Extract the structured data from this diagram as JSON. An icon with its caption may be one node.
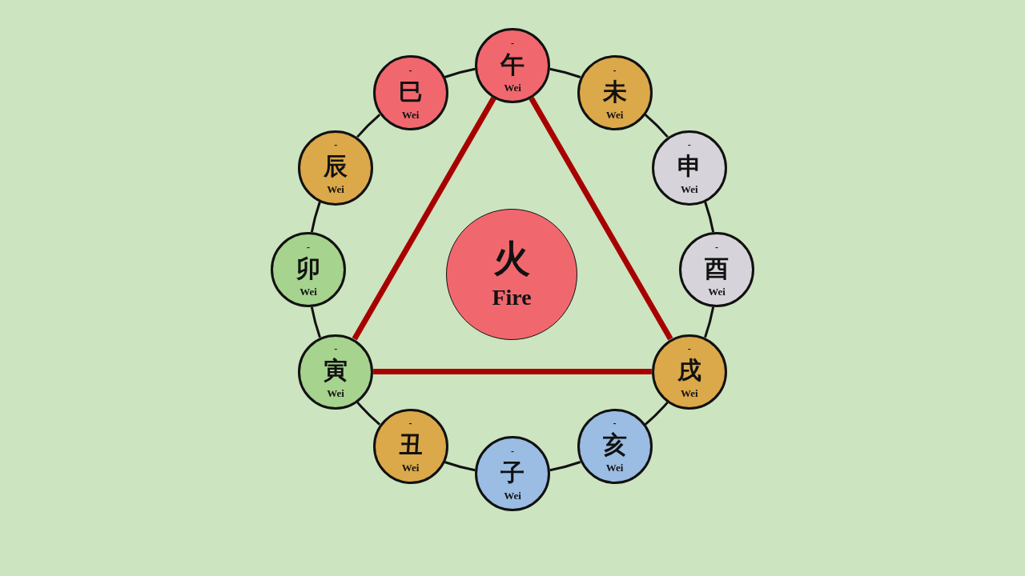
{
  "diagram": {
    "nodes": [
      {
        "text": [
          "-",
          "子",
          "Wei"
        ]
      },
      {
        "text": [
          "-",
          "丑",
          "Wei"
        ]
      },
      {
        "text": [
          "-",
          "寅",
          "Wei"
        ]
      },
      {
        "text": [
          "-",
          "卯",
          "Wei"
        ]
      },
      {
        "text": [
          "-",
          "辰",
          "Wei"
        ]
      },
      {
        "text": [
          "-",
          "巳",
          "Wei"
        ]
      },
      {
        "text": [
          "-",
          "午",
          "Wei"
        ]
      },
      {
        "text": [
          "-",
          "未",
          "Wei"
        ]
      },
      {
        "text": [
          "-",
          "申",
          "Wei"
        ]
      },
      {
        "text": [
          "-",
          "酉",
          "Wei"
        ]
      },
      {
        "text": [
          "-",
          "戌",
          "Wei"
        ]
      },
      {
        "text": [
          "-",
          "亥",
          "Wei"
        ]
      },
      {
        "text": [
          "火",
          "Fire"
        ]
      }
    ],
    "edges": [
      {
        "from": 0,
        "to": 1,
        "arrow": "none"
      },
      {
        "from": 1,
        "to": 2,
        "arrow": "none"
      },
      {
        "from": 2,
        "to": 3,
        "arrow": "none"
      },
      {
        "from": 3,
        "to": 4,
        "arrow": "none"
      },
      {
        "from": 4,
        "to": 5,
        "arrow": "none"
      },
      {
        "from": 5,
        "to": 6,
        "arrow": "none"
      },
      {
        "from": 6,
        "to": 7,
        "arrow": "none"
      },
      {
        "from": 7,
        "to": 8,
        "arrow": "none"
      },
      {
        "from": 8,
        "to": 9,
        "arrow": "none"
      },
      {
        "from": 9,
        "to": 10,
        "arrow": "none"
      },
      {
        "from": 10,
        "to": 11,
        "arrow": "none"
      },
      {
        "from": 11,
        "to": 0,
        "arrow": "none"
      },
      {
        "from": 6,
        "to": 10,
        "arrow": "none",
        "style": "thick",
        "color": "#a80000"
      },
      {
        "from": 10,
        "to": 2,
        "arrow": "none",
        "style": "thick",
        "color": "#a80000"
      },
      {
        "from": 2,
        "to": 6,
        "arrow": "none",
        "style": "thick",
        "color": "#a80000"
      }
    ]
  }
}
